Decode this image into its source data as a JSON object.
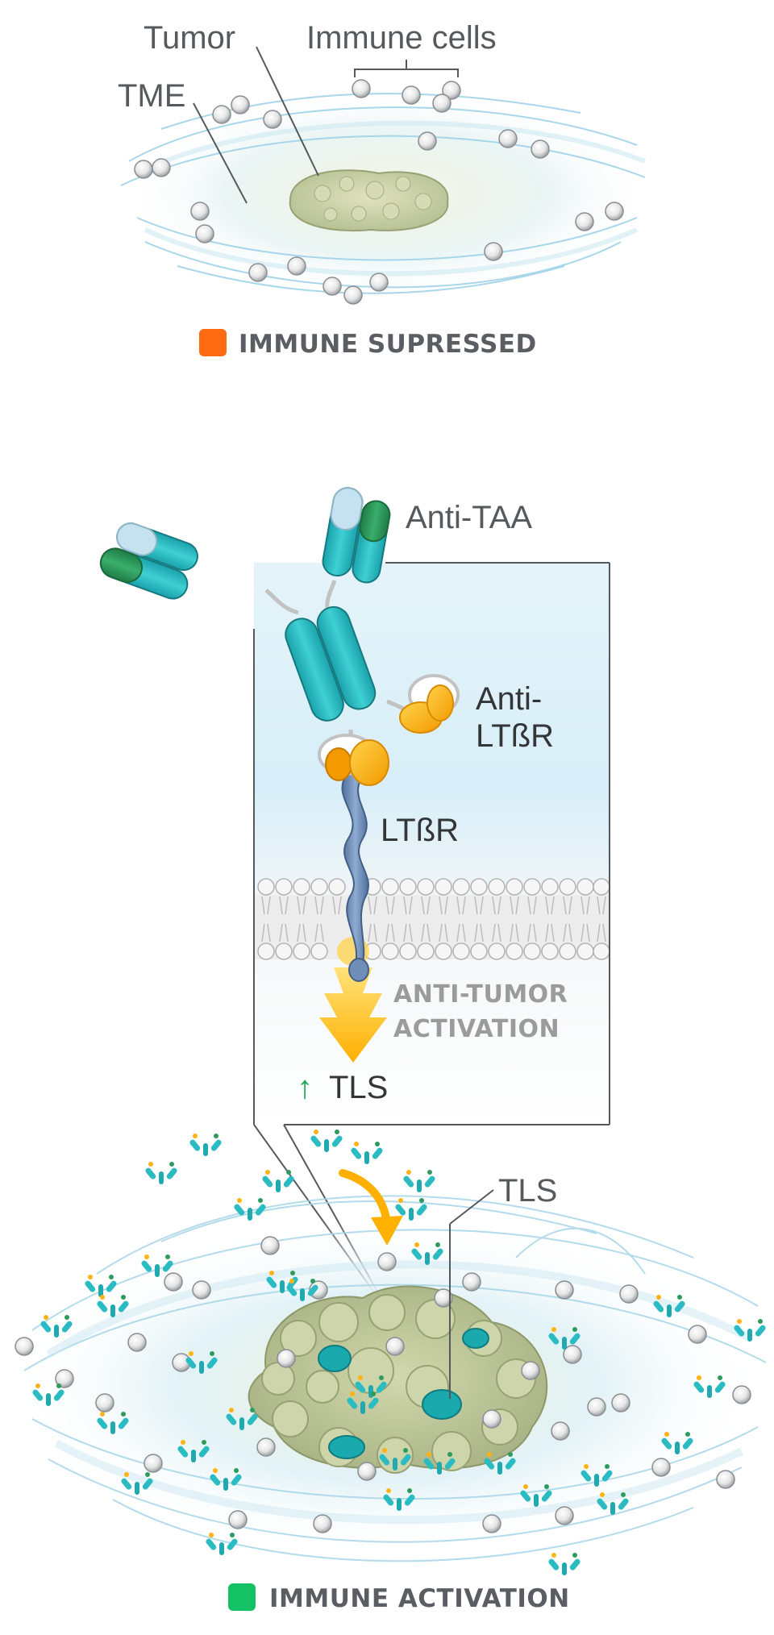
{
  "top_panel": {
    "labels": {
      "tumor": "Tumor",
      "immune_cells": "Immune cells",
      "tme": "TME"
    },
    "status": {
      "text": "IMMUNE SUPRESSED",
      "color": "#ff6a13"
    }
  },
  "middle_panel": {
    "labels": {
      "anti_taa": "Anti-TAA",
      "anti_ltbr_line1": "Anti-",
      "anti_ltbr_line2": "LTßR",
      "ltbr": "LTßR",
      "activation_line1": "ANTI-TUMOR",
      "activation_line2": "ACTIVATION",
      "tls_up_arrow": "↑",
      "tls": "TLS"
    },
    "colors": {
      "antibody_teal": "#2cb9c0",
      "antibody_green": "#2e9a5c",
      "antibody_light": "#bfe2ee",
      "binder_orange": "#ffb312",
      "receptor_blue": "#6f8fb9",
      "arrow_yellow": "#ffc21a",
      "up_arrow_green": "#1fa85a"
    }
  },
  "bottom_panel": {
    "labels": {
      "tls": "TLS"
    },
    "status": {
      "text": "IMMUNE ACTIVATION",
      "color": "#14c265"
    }
  }
}
